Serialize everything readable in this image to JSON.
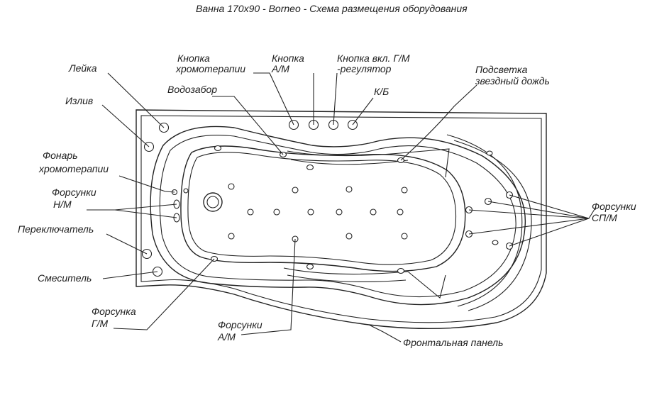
{
  "title": "Ванна 170х90 - Borneo - Схема размещения оборудования",
  "labels": {
    "leika": "Лейка",
    "izliv": "Излив",
    "fonar_1": "Фонарь",
    "fonar_2": "хромотерапии",
    "forsunki_nm_1": "Форсунки",
    "forsunki_nm_2": "Н/М",
    "pereklyuchatel": "Переключатель",
    "smesitel": "Смеситель",
    "forsunka_gm_1": "Форсунка",
    "forsunka_gm_2": "Г/М",
    "forsunki_am_1": "Форсунки",
    "forsunki_am_2": "А/М",
    "knopka_hromo_1": "Кнопка",
    "knopka_hromo_2": "хромотерапии",
    "vodozabor": "Водозабор",
    "knopka_am_1": "Кнопка",
    "knopka_am_2": "А/М",
    "knopka_gm_1": "Кнопка вкл. Г/М",
    "knopka_gm_2": "-регулятор",
    "kb": "К/Б",
    "podsvetka_1": "Подсветка",
    "podsvetka_2": "звездный дождь",
    "forsunki_sp_1": "Форсунки",
    "forsunki_sp_2": "СП/М",
    "frontal": "Фронтальная панель"
  }
}
